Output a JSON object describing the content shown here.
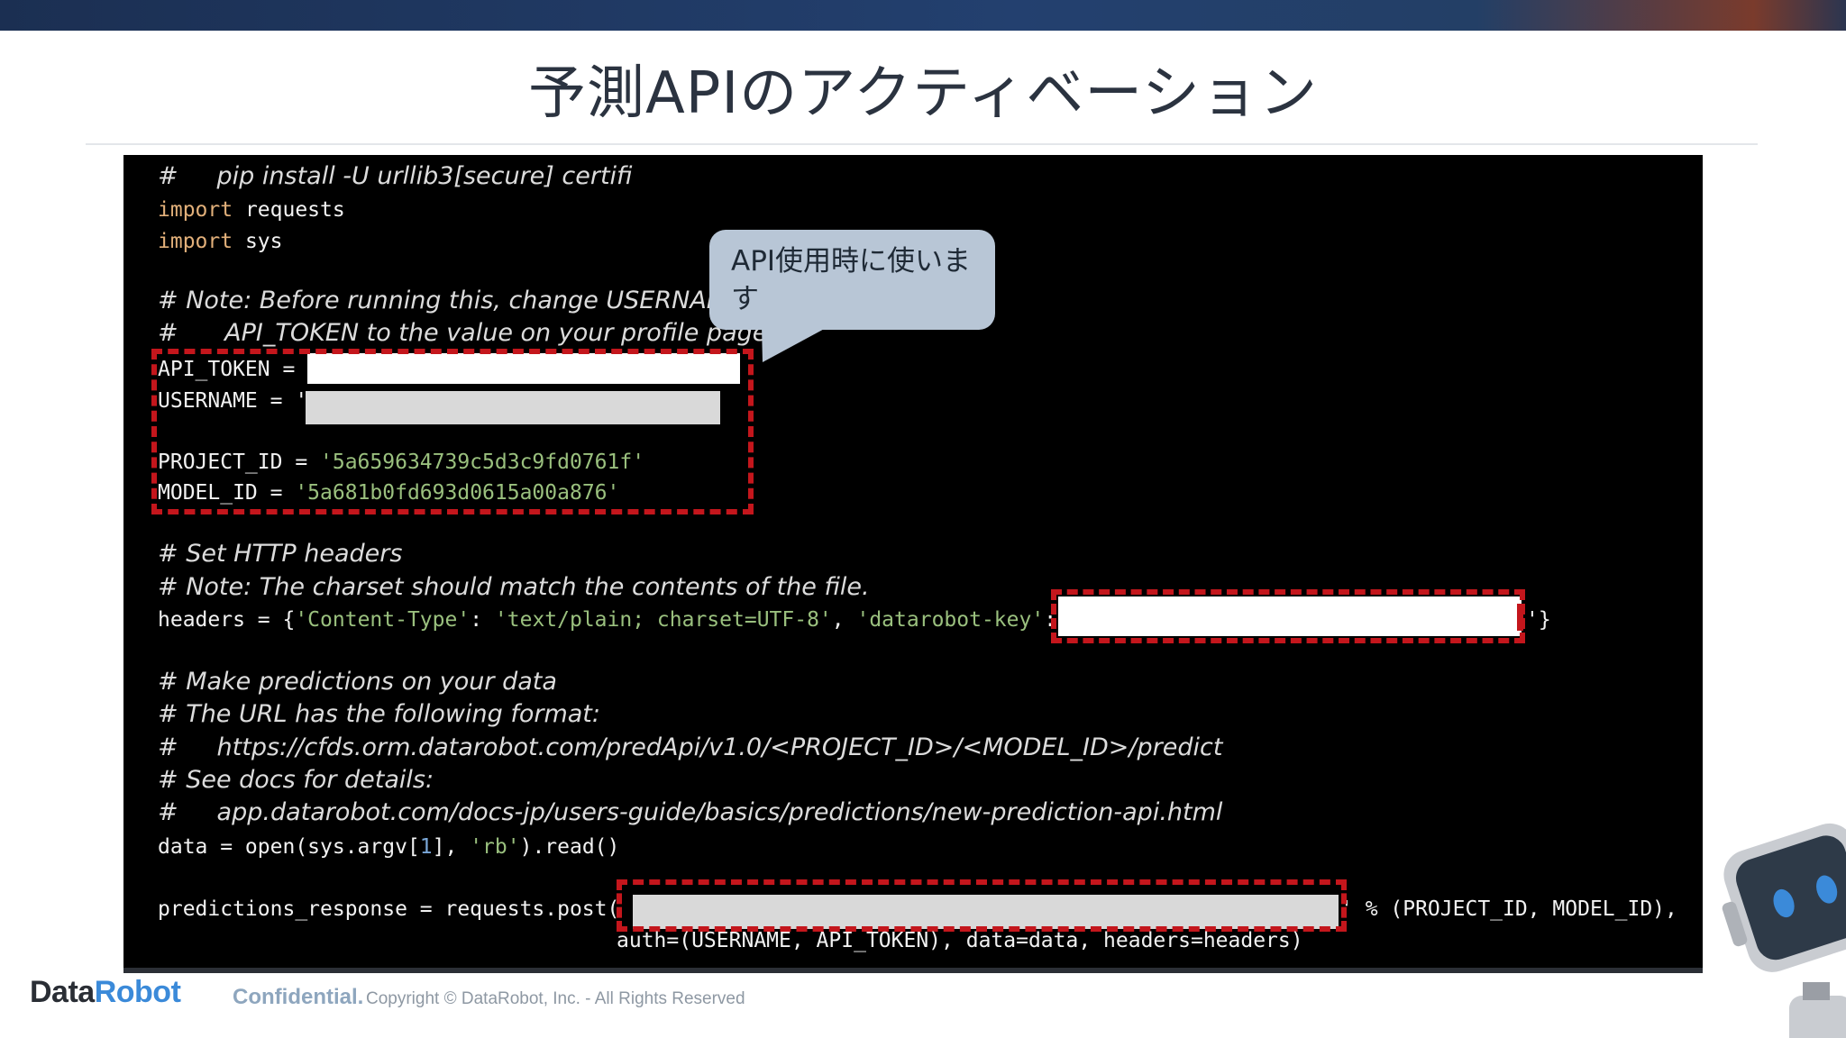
{
  "slide": {
    "title": "予測APIのアクティベーション"
  },
  "code": {
    "l01": "#     pip install -U urllib3[secure] certifi",
    "l02_kw": "import",
    "l02_rest": " requests",
    "l03_kw": "import",
    "l03_rest": " sys",
    "l05": "# Note: Before running this, change USERNAME",
    "l06": "#      API_TOKEN to the value on your profile page",
    "l07": "API_TOKEN = ",
    "l08": "USERNAME = '",
    "l10_pre": "PROJECT_ID = ",
    "l10_str": "'5a659634739c5d3c9fd0761f'",
    "l11_pre": "MODEL_ID = ",
    "l11_str": "'5a681b0fd693d0615a00a876'",
    "l13": "# Set HTTP headers",
    "l14": "# Note: The charset should match the contents of the file.",
    "l15_a": "headers = {",
    "l15_b": "'Content-Type'",
    "l15_c": ": ",
    "l15_d": "'text/plain; charset=UTF-8'",
    "l15_e": ", ",
    "l15_f": "'datarobot-key'",
    "l15_g": ":",
    "l15_end": "'}",
    "l17": "# Make predictions on your data",
    "l18": "# The URL has the following format:",
    "l19": "#     https://cfds.orm.datarobot.com/predApi/v1.0/<PROJECT_ID>/<MODEL_ID>/predict",
    "l20": "# See docs for details:",
    "l21": "#     app.datarobot.com/docs-jp/users-guide/basics/predictions/new-prediction-api.html",
    "l22_a": "data = open(sys.argv[",
    "l22_b": "1",
    "l22_c": "], ",
    "l22_d": "'rb'",
    "l22_e": ").read()",
    "l24_a": "predictions_response = requests.post(",
    "l24_b": "' % (PROJECT_ID, MODEL_ID),",
    "l25": "auth=(USERNAME, API_TOKEN), data=data, headers=headers)"
  },
  "callout": {
    "text": "API使用時に使います"
  },
  "footer": {
    "logo_data": "Data",
    "logo_robot": "Robot",
    "confidential": "Confidential.",
    "copyright": "Copyright © DataRobot, Inc. - All Rights Reserved"
  },
  "colors": {
    "keyword": "#e2b07a",
    "string": "#9ac07e",
    "number": "#7aa7d8",
    "highlight_red": "#c4161c",
    "callout_bg": "#b8c6d6",
    "brand_blue": "#3b8ad9"
  }
}
